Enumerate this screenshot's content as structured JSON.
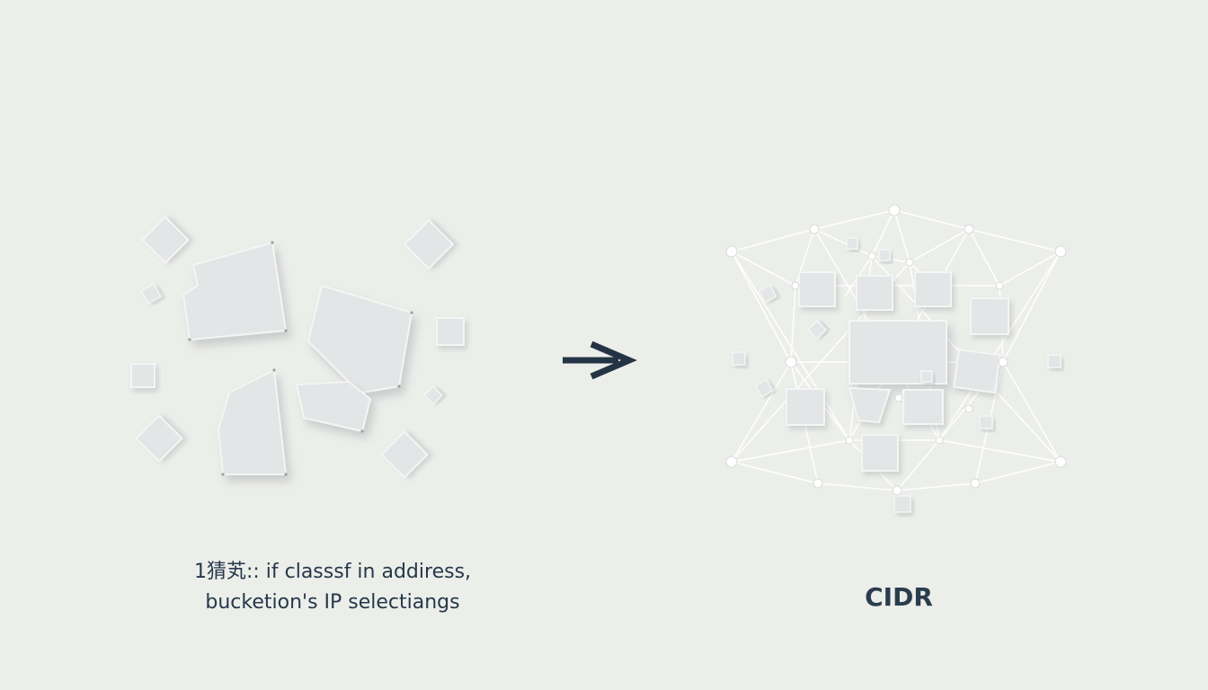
{
  "left_panel": {
    "caption_line1": "1猜芄:: if classsf in addiress,",
    "caption_line2": "bucketion's IP selectiangs"
  },
  "arrow": {
    "icon": "arrow-right-icon"
  },
  "right_panel": {
    "label": "CIDR"
  },
  "colors": {
    "background": "#eceeea",
    "shape_fill": "#e4e5e6",
    "shape_stroke": "#f4f5f5",
    "text": "#26384a",
    "arrow": "#243445",
    "network_line": "#ffffff"
  }
}
